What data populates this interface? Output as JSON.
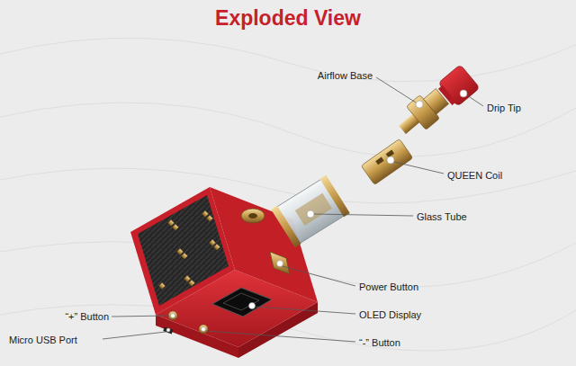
{
  "diagram": {
    "title": "Exploded View",
    "labels": [
      "Drip Tip",
      "Airflow Base",
      "QUEEN Coil",
      "Glass Tube",
      "Power Button",
      "OLED Display",
      "“+” Button",
      "Micro USB Port",
      "“-” Button"
    ]
  }
}
